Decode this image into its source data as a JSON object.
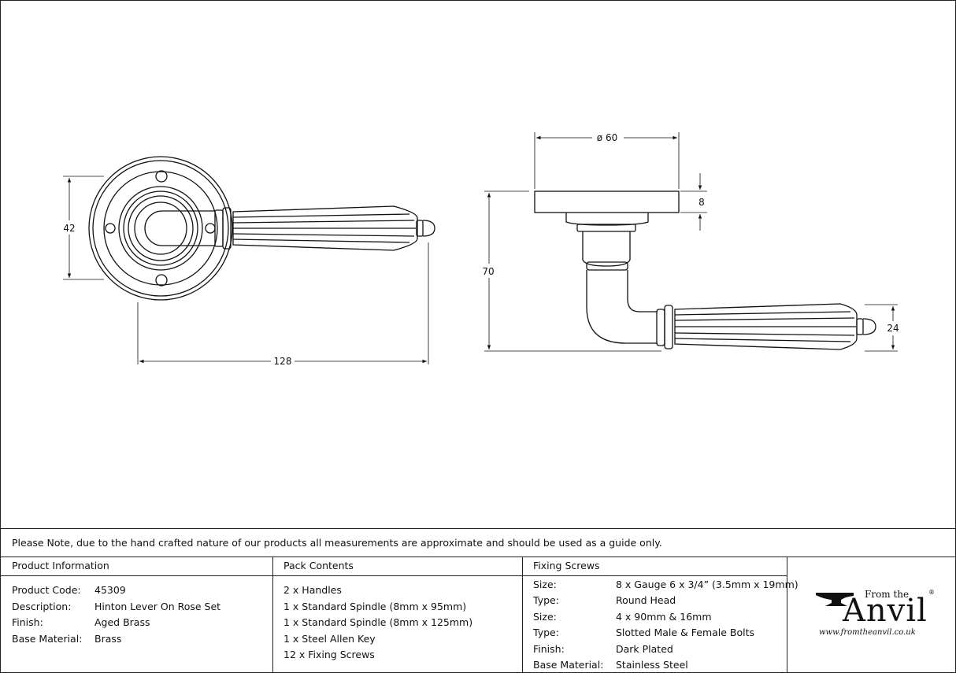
{
  "dimensions": {
    "front_height": "42",
    "front_length": "128",
    "rose_diameter": "ø 60",
    "rose_thickness": "8",
    "projection": "70",
    "grip": "24"
  },
  "note": "Please Note, due to the hand crafted nature of our products all measurements are approximate and should be used as a guide only.",
  "product_information": {
    "heading": "Product Information",
    "rows": [
      {
        "label": "Product Code:",
        "value": "45309"
      },
      {
        "label": "Description:",
        "value": "Hinton Lever On Rose Set"
      },
      {
        "label": "Finish:",
        "value": "Aged Brass"
      },
      {
        "label": "Base Material:",
        "value": "Brass"
      }
    ]
  },
  "pack_contents": {
    "heading": "Pack Contents",
    "items": [
      "2 x Handles",
      "1 x Standard Spindle (8mm x 95mm)",
      "1 x Standard Spindle (8mm x 125mm)",
      "1 x Steel Allen Key",
      "12 x Fixing Screws"
    ]
  },
  "fixing_screws": {
    "heading": "Fixing Screws",
    "rows": [
      {
        "label": "Size:",
        "value": "8 x Gauge 6 x 3/4” (3.5mm x 19mm)"
      },
      {
        "label": "Type:",
        "value": "Round Head"
      },
      {
        "label": "Size:",
        "value": "4 x 90mm & 16mm"
      },
      {
        "label": "Type:",
        "value": "Slotted Male & Female Bolts"
      },
      {
        "label": "Finish:",
        "value": "Dark Plated"
      },
      {
        "label": "Base Material:",
        "value": "Stainless Steel"
      }
    ]
  },
  "logo": {
    "from_the": "From the",
    "registered": "®",
    "brand": "Anvil",
    "url": "www.fromtheanvil.co.uk"
  }
}
